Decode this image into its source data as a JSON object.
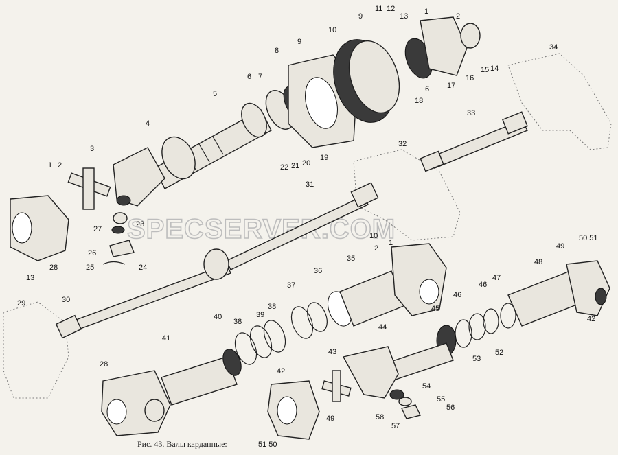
{
  "caption": "Рис. 43. Валы карданные:",
  "watermark": "SPECSERVER.COM",
  "labels": [
    {
      "id": "l1a",
      "text": "1"
    },
    {
      "id": "l2a",
      "text": "2"
    },
    {
      "id": "l11",
      "text": "11"
    },
    {
      "id": "l12",
      "text": "12"
    },
    {
      "id": "l13a",
      "text": "13"
    },
    {
      "id": "l9a",
      "text": "9"
    },
    {
      "id": "l10a",
      "text": "10"
    },
    {
      "id": "l9b",
      "text": "9"
    },
    {
      "id": "l8",
      "text": "8"
    },
    {
      "id": "l15",
      "text": "15"
    },
    {
      "id": "l14",
      "text": "14"
    },
    {
      "id": "l16",
      "text": "16"
    },
    {
      "id": "l17",
      "text": "17"
    },
    {
      "id": "l34",
      "text": "34"
    },
    {
      "id": "l6a",
      "text": "6"
    },
    {
      "id": "l7",
      "text": "7"
    },
    {
      "id": "l5",
      "text": "5"
    },
    {
      "id": "l6b",
      "text": "6"
    },
    {
      "id": "l18",
      "text": "18"
    },
    {
      "id": "l4",
      "text": "4"
    },
    {
      "id": "l3",
      "text": "3"
    },
    {
      "id": "l33",
      "text": "33"
    },
    {
      "id": "l32",
      "text": "32"
    },
    {
      "id": "l22",
      "text": "22"
    },
    {
      "id": "l21",
      "text": "21"
    },
    {
      "id": "l20",
      "text": "20"
    },
    {
      "id": "l19",
      "text": "19"
    },
    {
      "id": "l1b",
      "text": "1"
    },
    {
      "id": "l2b",
      "text": "2"
    },
    {
      "id": "l31",
      "text": "31"
    },
    {
      "id": "l27",
      "text": "27"
    },
    {
      "id": "l23",
      "text": "23"
    },
    {
      "id": "l13b",
      "text": "13"
    },
    {
      "id": "l28a",
      "text": "28"
    },
    {
      "id": "l26",
      "text": "26"
    },
    {
      "id": "l25",
      "text": "25"
    },
    {
      "id": "l24",
      "text": "24"
    },
    {
      "id": "l10b",
      "text": "10"
    },
    {
      "id": "l1c",
      "text": "1"
    },
    {
      "id": "l2c",
      "text": "2"
    },
    {
      "id": "l5051a",
      "text": "50 51"
    },
    {
      "id": "l49a",
      "text": "49"
    },
    {
      "id": "l35",
      "text": "35"
    },
    {
      "id": "l37",
      "text": "37"
    },
    {
      "id": "l36",
      "text": "36"
    },
    {
      "id": "l48",
      "text": "48"
    },
    {
      "id": "l47",
      "text": "47"
    },
    {
      "id": "l46a",
      "text": "46"
    },
    {
      "id": "l46b",
      "text": "46"
    },
    {
      "id": "l29",
      "text": "29"
    },
    {
      "id": "l30",
      "text": "30"
    },
    {
      "id": "l40",
      "text": "40"
    },
    {
      "id": "l38a",
      "text": "38"
    },
    {
      "id": "l39",
      "text": "39"
    },
    {
      "id": "l38b",
      "text": "38"
    },
    {
      "id": "l45",
      "text": "45"
    },
    {
      "id": "l42a",
      "text": "42"
    },
    {
      "id": "l41",
      "text": "41"
    },
    {
      "id": "l44",
      "text": "44"
    },
    {
      "id": "l53",
      "text": "53"
    },
    {
      "id": "l52",
      "text": "52"
    },
    {
      "id": "l28b",
      "text": "28"
    },
    {
      "id": "l42b",
      "text": "42"
    },
    {
      "id": "l43",
      "text": "43"
    },
    {
      "id": "l54",
      "text": "54"
    },
    {
      "id": "l49b",
      "text": "49"
    },
    {
      "id": "l58",
      "text": "58"
    },
    {
      "id": "l55",
      "text": "55"
    },
    {
      "id": "l56",
      "text": "56"
    },
    {
      "id": "l57",
      "text": "57"
    },
    {
      "id": "l5150",
      "text": "51 50"
    }
  ]
}
